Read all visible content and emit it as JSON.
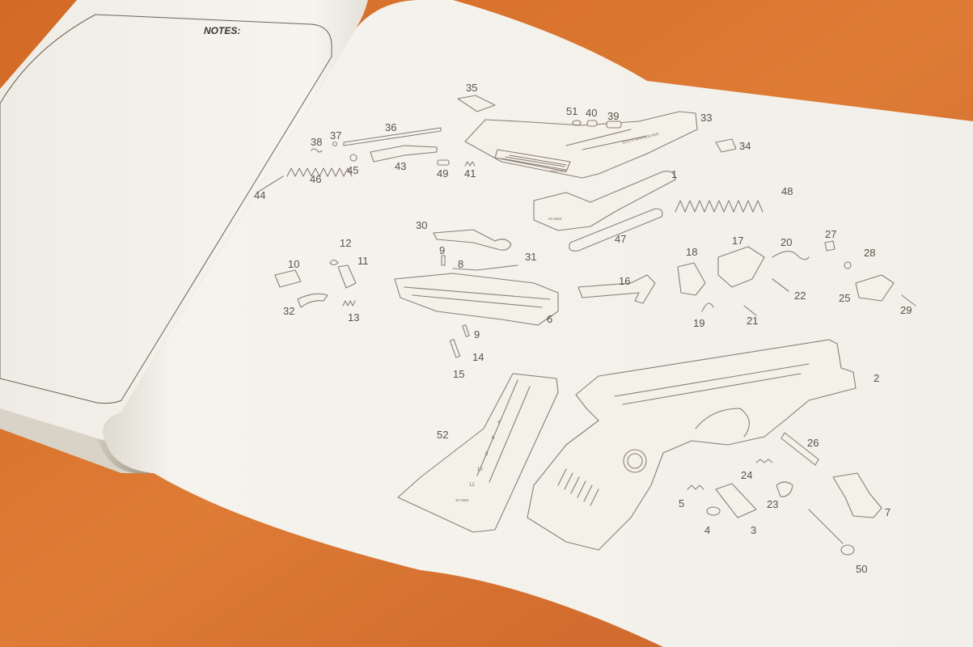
{
  "notes_heading": "NOTES:",
  "colors": {
    "table": "#d9742f",
    "paper": "#f3f1ea",
    "line": "#8a8078",
    "label": "#5a5248"
  },
  "part_labels": [
    {
      "id": "p35",
      "text": "35"
    },
    {
      "id": "p51",
      "text": "51"
    },
    {
      "id": "p40",
      "text": "40"
    },
    {
      "id": "p39",
      "text": "39"
    },
    {
      "id": "p33",
      "text": "33"
    },
    {
      "id": "p37",
      "text": "37"
    },
    {
      "id": "p36",
      "text": "36"
    },
    {
      "id": "p38",
      "text": "38"
    },
    {
      "id": "p34",
      "text": "34"
    },
    {
      "id": "p46",
      "text": "46"
    },
    {
      "id": "p45",
      "text": "45"
    },
    {
      "id": "p43",
      "text": "43"
    },
    {
      "id": "p49",
      "text": "49"
    },
    {
      "id": "p41",
      "text": "41"
    },
    {
      "id": "p1",
      "text": "1"
    },
    {
      "id": "p44",
      "text": "44"
    },
    {
      "id": "p48",
      "text": "48"
    },
    {
      "id": "p30",
      "text": "30"
    },
    {
      "id": "p47",
      "text": "47"
    },
    {
      "id": "p12",
      "text": "12"
    },
    {
      "id": "p9a",
      "text": "9"
    },
    {
      "id": "p10",
      "text": "10"
    },
    {
      "id": "p11",
      "text": "11"
    },
    {
      "id": "p8",
      "text": "8"
    },
    {
      "id": "p31",
      "text": "31"
    },
    {
      "id": "p18",
      "text": "18"
    },
    {
      "id": "p17",
      "text": "17"
    },
    {
      "id": "p20",
      "text": "20"
    },
    {
      "id": "p27",
      "text": "27"
    },
    {
      "id": "p28",
      "text": "28"
    },
    {
      "id": "p16",
      "text": "16"
    },
    {
      "id": "p32",
      "text": "32"
    },
    {
      "id": "p13",
      "text": "13"
    },
    {
      "id": "p22",
      "text": "22"
    },
    {
      "id": "p25",
      "text": "25"
    },
    {
      "id": "p29",
      "text": "29"
    },
    {
      "id": "p6",
      "text": "6"
    },
    {
      "id": "p19",
      "text": "19"
    },
    {
      "id": "p21",
      "text": "21"
    },
    {
      "id": "p9b",
      "text": "9"
    },
    {
      "id": "p14",
      "text": "14"
    },
    {
      "id": "p15",
      "text": "15"
    },
    {
      "id": "p2",
      "text": "2"
    },
    {
      "id": "p52",
      "text": "52"
    },
    {
      "id": "p26",
      "text": "26"
    },
    {
      "id": "p24",
      "text": "24"
    },
    {
      "id": "p5",
      "text": "5"
    },
    {
      "id": "p23",
      "text": "23"
    },
    {
      "id": "p7",
      "text": "7"
    },
    {
      "id": "p4",
      "text": "4"
    },
    {
      "id": "p3",
      "text": "3"
    },
    {
      "id": "p50",
      "text": "50"
    }
  ],
  "engravings": {
    "slide_serial": "AUSTRIA",
    "slide_side": "STEYR MANNLICHER",
    "barrel_caliber": "40 S&W",
    "magazine_caliber": "40 S&W",
    "magazine_counts": [
      "4",
      "6",
      "8",
      "10",
      "12"
    ]
  }
}
